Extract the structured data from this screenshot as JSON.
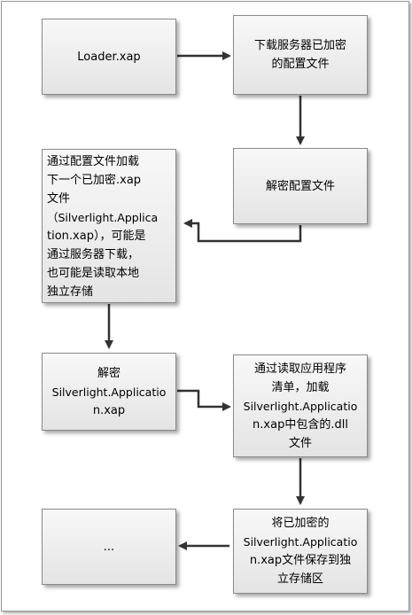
{
  "nodes": {
    "loader": "Loader.xap",
    "download_config": [
      "下载服务器已加密",
      "的配置文件"
    ],
    "decrypt_config": "解密配置文件",
    "load_next": [
      "通过配置文件加载",
      "下一个已加密.xap",
      "文件",
      "（Silverlight.Applica",
      "tion.xap），可能是",
      "通过服务器下载，",
      "也可能是读取本地",
      "独立存储"
    ],
    "decrypt_app": [
      "解密",
      "Silverlight.Applicatio",
      "n.xap"
    ],
    "read_manifest": [
      "通过读取应用程序",
      "清单，加载",
      "Silverlight.Applicatio",
      "n.xap中包含的.dll",
      "文件"
    ],
    "save_isolated": [
      "将已加密的",
      "Silverlight.Applicatio",
      "n.xap文件保存到独",
      "立存储区"
    ],
    "ellipsis": "..."
  },
  "colors": {
    "box_fill_top": "#f8f8f8",
    "box_fill_bottom": "#e4e4e4",
    "box_border": "#8a8a8a",
    "arrow": "#333333"
  }
}
